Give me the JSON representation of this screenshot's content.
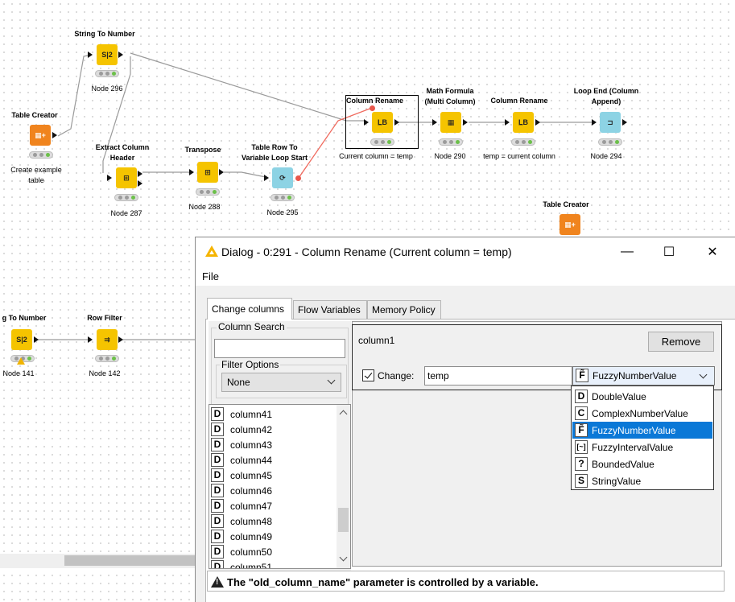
{
  "workflow": {
    "nodes": {
      "string_to_number_top": {
        "title": "String To Number",
        "label": "Node 296",
        "icon": "S|2"
      },
      "table_creator_left": {
        "title": "Table Creator",
        "label": "Create example table",
        "icon": "table-plus-icon"
      },
      "extract_column_header": {
        "title": "Extract Column Header",
        "label": "Node 287",
        "icon": "extract-icon"
      },
      "transpose": {
        "title": "Transpose",
        "label": "Node 288",
        "icon": "transpose-icon"
      },
      "table_row_to_variable_loop_start": {
        "title": "Table Row To Variable Loop Start",
        "label": "Node 295",
        "icon": "loop-start-icon"
      },
      "column_rename_selected": {
        "title": "Column Rename",
        "label": "Current column = temp",
        "icon": "rename-icon"
      },
      "math_formula_multi": {
        "title": "Math Formula (Multi Column)",
        "label": "Node 290",
        "icon": "math-icon"
      },
      "column_rename_2": {
        "title": "Column Rename",
        "label": "temp = current column",
        "icon": "rename-icon"
      },
      "loop_end": {
        "title": "Loop End (Column Append)",
        "label": "Node 294",
        "icon": "loop-end-icon"
      },
      "table_creator_right": {
        "title": "Table Creator",
        "label": "",
        "icon": "table-plus-icon"
      },
      "string_to_number_bottom": {
        "title": "g To Number",
        "label": "Node 141",
        "icon": "S|2"
      },
      "row_filter": {
        "title": "Row Filter",
        "label": "Node 142",
        "icon": "filter-icon"
      }
    }
  },
  "dialog": {
    "title": "Dialog - 0:291 - Column Rename (Current column = temp)",
    "controls": {
      "minimize": "—",
      "maximize": "☐",
      "close": "✕"
    },
    "menu": {
      "file": "File"
    },
    "tabs": [
      "Change columns",
      "Flow Variables",
      "Memory Policy"
    ],
    "active_tab": "Change columns",
    "column_search": {
      "label": "Column Search",
      "value": ""
    },
    "filter_options": {
      "label": "Filter Options",
      "selected": "None"
    },
    "columns": [
      {
        "type": "D",
        "name": "column41"
      },
      {
        "type": "D",
        "name": "column42"
      },
      {
        "type": "D",
        "name": "column43"
      },
      {
        "type": "D",
        "name": "column44"
      },
      {
        "type": "D",
        "name": "column45"
      },
      {
        "type": "D",
        "name": "column46"
      },
      {
        "type": "D",
        "name": "column47"
      },
      {
        "type": "D",
        "name": "column48"
      },
      {
        "type": "D",
        "name": "column49"
      },
      {
        "type": "D",
        "name": "column50"
      },
      {
        "type": "D",
        "name": "column51"
      }
    ],
    "column_card": {
      "name": "column1",
      "remove_label": "Remove",
      "change_label": "Change:",
      "change_checked": true,
      "new_name": "temp",
      "type_selected": "FuzzyNumberValue",
      "type_selected_badge": "F̃"
    },
    "type_options": [
      {
        "badge": "D",
        "name": "DoubleValue"
      },
      {
        "badge": "C",
        "name": "ComplexNumberValue"
      },
      {
        "badge": "F̃",
        "name": "FuzzyNumberValue"
      },
      {
        "badge": "[~]",
        "name": "FuzzyIntervalValue"
      },
      {
        "badge": "?",
        "name": "BoundedValue"
      },
      {
        "badge": "S",
        "name": "StringValue"
      }
    ],
    "status": {
      "message": "The \"old_column_name\" parameter is controlled by a variable."
    }
  }
}
